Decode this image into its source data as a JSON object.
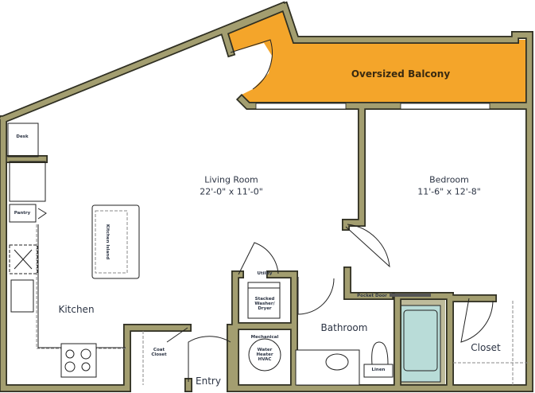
{
  "rooms": {
    "balcony": "Oversized Balcony",
    "living_room": "Living Room",
    "living_room_dims": "22'-0\" x 11'-0\"",
    "bedroom": "Bedroom",
    "bedroom_dims": "11'-6\" x 12'-8\"",
    "kitchen": "Kitchen",
    "bathroom": "Bathroom",
    "closet": "Closet",
    "entry": "Entry",
    "desk": "Desk",
    "pantry": "Pantry",
    "kitchen_island": "Kitchen Island",
    "utility": "Utility",
    "washer_dryer": "Stacked Washer/ Dryer",
    "mechanical": "Mechanical",
    "water_heater": "Water Heater HVAC",
    "coat_closet": "Coat Closet",
    "linen": "Linen",
    "pocket_door": "Pocket Door"
  },
  "colors": {
    "wall": "#a39e70",
    "balcony": "#f4a52a",
    "tub": "#b9dcd8"
  }
}
